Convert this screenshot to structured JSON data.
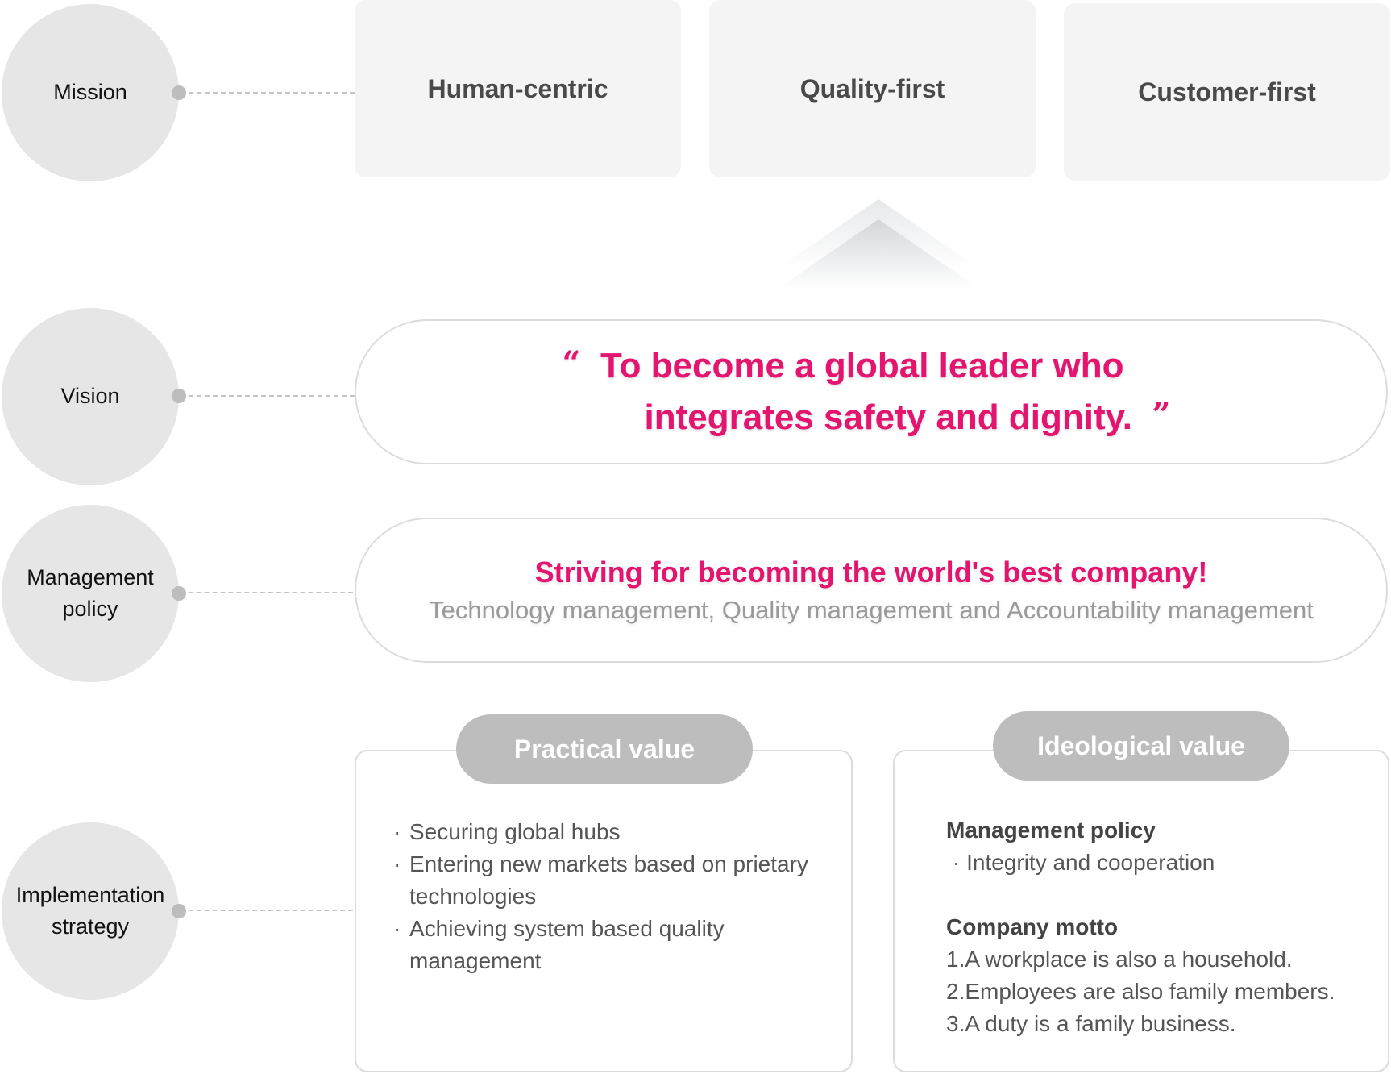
{
  "rows": {
    "mission": {
      "label": [
        "Mission"
      ]
    },
    "vision": {
      "label": [
        "Vision"
      ]
    },
    "management_policy": {
      "label": [
        "Management",
        "policy"
      ]
    },
    "implementation_strategy": {
      "label": [
        "Implementation",
        "strategy"
      ]
    }
  },
  "mission_items": [
    "Human-centric",
    "Quality-first",
    "Customer-first"
  ],
  "vision": {
    "open_quote": "“",
    "line1": "To become a global leader who",
    "line2": "integrates safety and dignity.",
    "close_quote": "”"
  },
  "management_policy": {
    "headline": "Striving for becoming the world's best company!",
    "subline": "Technology management, Quality management and Accountability management"
  },
  "practical_value": {
    "title": "Practical value",
    "items": [
      [
        "Securing global hubs"
      ],
      [
        "Entering new markets based on prietary",
        "technologies"
      ],
      [
        "Achieving system based quality",
        "management"
      ]
    ],
    "bullet": "·"
  },
  "ideological_value": {
    "title": "Ideological value",
    "management_policy_heading": "Management policy",
    "management_policy_item": "· Integrity and cooperation",
    "motto_heading": "Company motto",
    "motto_items": [
      "1.A workplace is also a household.",
      "2.Employees are also family members.",
      "3.A duty is a family business."
    ]
  },
  "colors": {
    "accent": "#e3156f",
    "circle_fill": "#e6e6e6",
    "box_fill": "#f4f4f4",
    "header_fill": "#bdbdbd",
    "muted_text": "#9a9a9a"
  }
}
